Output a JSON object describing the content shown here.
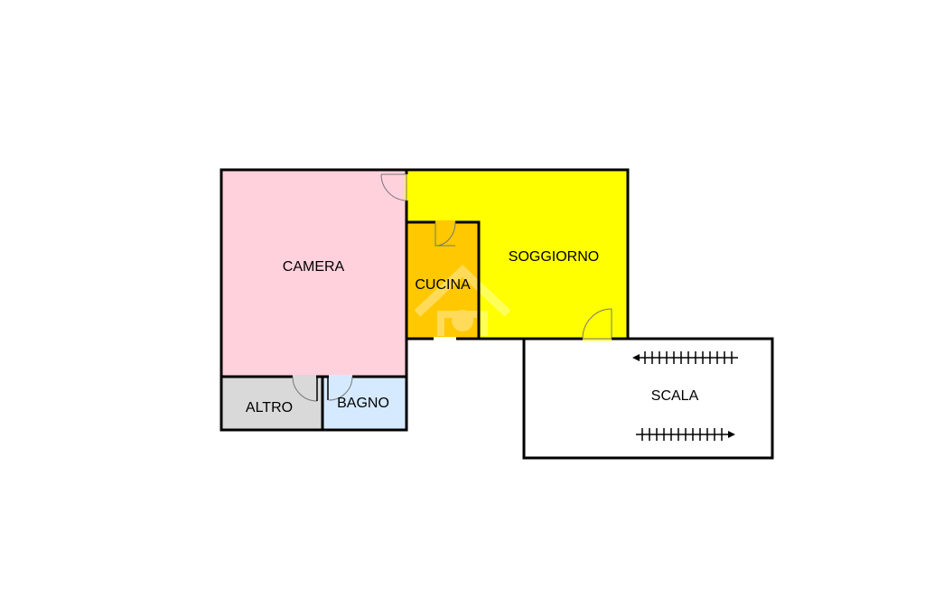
{
  "rooms": {
    "camera": {
      "label": "CAMERA",
      "color": "#ffd1dc"
    },
    "soggiorno": {
      "label": "SOGGIORNO",
      "color": "#ffff00"
    },
    "cucina": {
      "label": "CUCINA",
      "color": "#ffc800"
    },
    "altro": {
      "label": "ALTRO",
      "color": "#d9d9d9"
    },
    "bagno": {
      "label": "BAGNO",
      "color": "#d6eaff"
    },
    "scala": {
      "label": "SCALA",
      "color": "#ffffff"
    }
  },
  "watermark": {
    "icon": "house-logo-watermark"
  },
  "icons": [
    "left-arrow-icon",
    "right-arrow-icon"
  ]
}
